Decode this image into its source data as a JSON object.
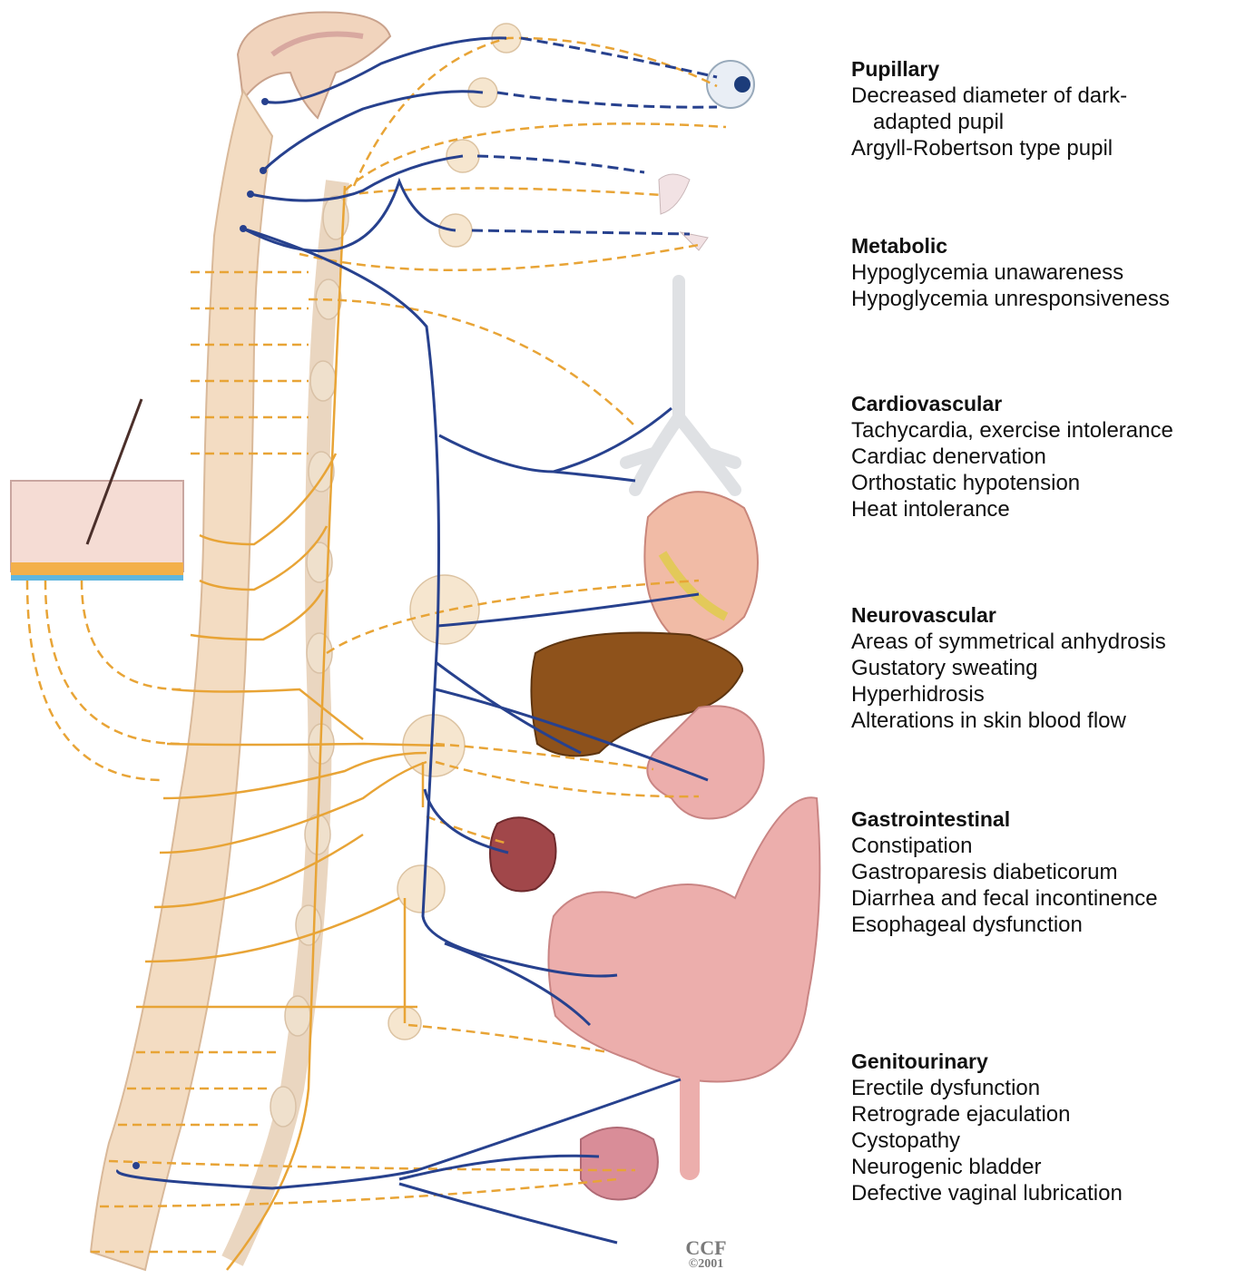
{
  "colors": {
    "sympathetic": "#e8a436",
    "parasympathetic": "#27418e",
    "spine": "#f3dcc2",
    "liver": "#8e521b",
    "intestine": "#ecaeac",
    "text": "#111111"
  },
  "groups": [
    {
      "heading": "Pupillary",
      "lines": [
        "Decreased diameter of dark-",
        "adapted pupil",
        "Argyll-Robertson type pupil"
      ],
      "indent": [
        1
      ]
    },
    {
      "heading": "Metabolic",
      "lines": [
        "Hypoglycemia unawareness",
        "Hypoglycemia unresponsiveness"
      ],
      "indent": []
    },
    {
      "heading": "Cardiovascular",
      "lines": [
        "Tachycardia, exercise intolerance",
        "Cardiac denervation",
        "Orthostatic hypotension",
        "Heat intolerance"
      ],
      "indent": []
    },
    {
      "heading": "Neurovascular",
      "lines": [
        "Areas of symmetrical anhydrosis",
        "Gustatory sweating",
        "Hyperhidrosis",
        "Alterations in skin blood flow"
      ],
      "indent": []
    },
    {
      "heading": "Gastrointestinal",
      "lines": [
        "Constipation",
        "Gastroparesis diabeticorum",
        "Diarrhea and fecal incontinence",
        "Esophageal dysfunction"
      ],
      "indent": []
    },
    {
      "heading": "Genitourinary",
      "lines": [
        "Erectile dysfunction",
        "Retrograde ejaculation",
        "Cystopathy",
        "Neurogenic bladder",
        "Defective vaginal lubrication"
      ],
      "indent": []
    }
  ],
  "watermark": {
    "org": "CCF",
    "year": "©2001"
  }
}
